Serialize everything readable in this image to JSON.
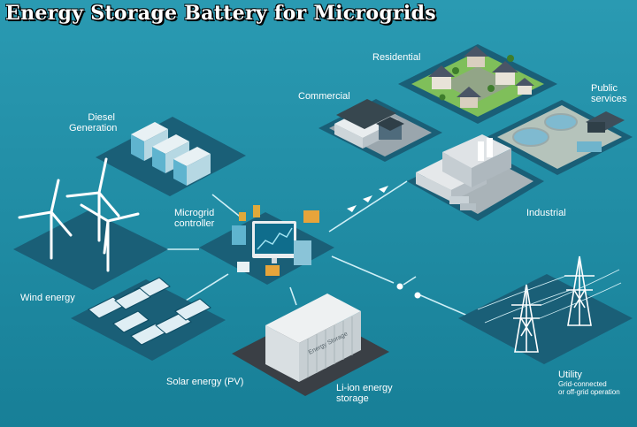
{
  "title": "Energy Storage Battery for Microgrids",
  "nodes": {
    "residential": {
      "label": "Residential"
    },
    "commercial": {
      "label": "Commercial"
    },
    "public_services": {
      "label": "Public services",
      "line1": "Public",
      "line2": "services"
    },
    "diesel": {
      "label": "Diesel Generation",
      "line1": "Diesel",
      "line2": "Generation"
    },
    "microgrid_controller": {
      "label": "Microgrid controller",
      "line1": "Microgrid",
      "line2": "controller"
    },
    "industrial": {
      "label": "Industrial"
    },
    "wind": {
      "label": "Wind energy"
    },
    "solar": {
      "label": "Solar energy (PV)"
    },
    "battery": {
      "label": "Li-ion energy storage",
      "line1": "Li-ion energy",
      "line2": "storage",
      "container_text": "Energy Storage"
    },
    "utility": {
      "label": "Utility",
      "note_line1": "Grid-connected",
      "note_line2": "or off-grid operation"
    }
  },
  "colors": {
    "background": "#1e8fa6",
    "platform": "#1a5f77",
    "connector": "#cfeff6",
    "white": "#ffffff"
  }
}
